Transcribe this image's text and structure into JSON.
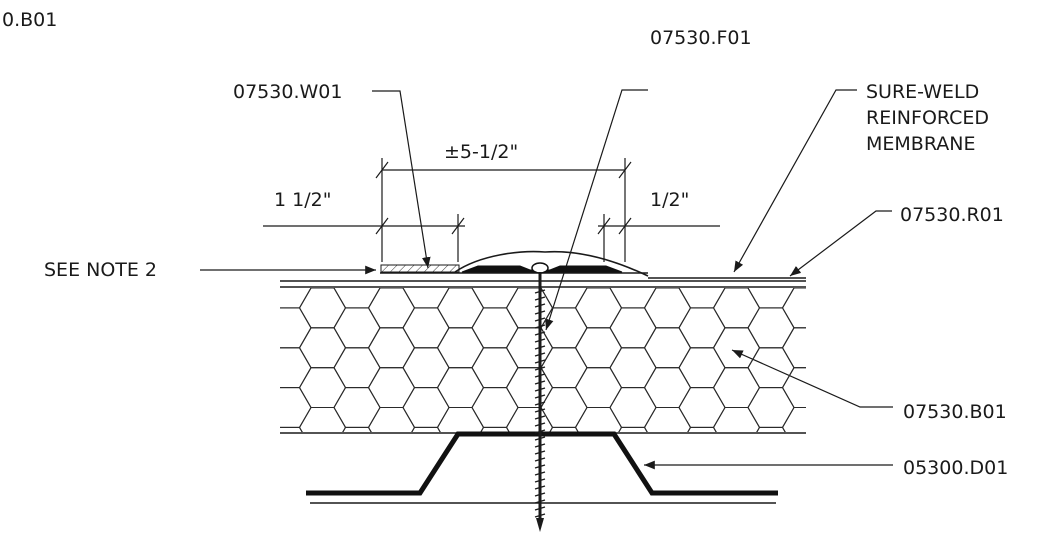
{
  "labels": {
    "corner_ref": "0.B01",
    "fastener_ref": "07530.F01",
    "weld_ref": "07530.W01",
    "membrane_line1": "SURE-WELD",
    "membrane_line2": "REINFORCED",
    "membrane_line3": "MEMBRANE",
    "overall_dim": "±5-1/2\"",
    "left_dim": "1 1/2\"",
    "right_dim": "1/2\"",
    "see_note": "SEE NOTE 2",
    "membrane_ref": "07530.R01",
    "insulation_ref": "07530.B01",
    "deck_ref": "05300.D01"
  }
}
